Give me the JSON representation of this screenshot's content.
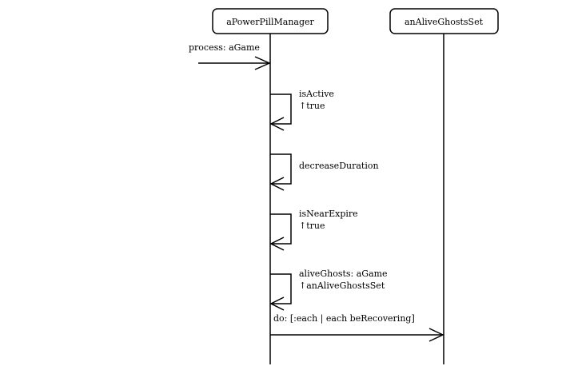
{
  "lifelines": [
    {
      "name": "aPowerPillManager"
    },
    {
      "name": "anAliveGhostsSet"
    }
  ],
  "incoming_message": {
    "label": "process: aGame"
  },
  "self_messages": [
    {
      "label": "isActive",
      "return": "↑true"
    },
    {
      "label": "decreaseDuration",
      "return": ""
    },
    {
      "label": "isNearExpire",
      "return": "↑true"
    },
    {
      "label": "aliveGhosts: aGame",
      "return": "↑anAliveGhostsSet"
    }
  ],
  "call_message": {
    "label": "do: [:each | each beRecovering]"
  }
}
